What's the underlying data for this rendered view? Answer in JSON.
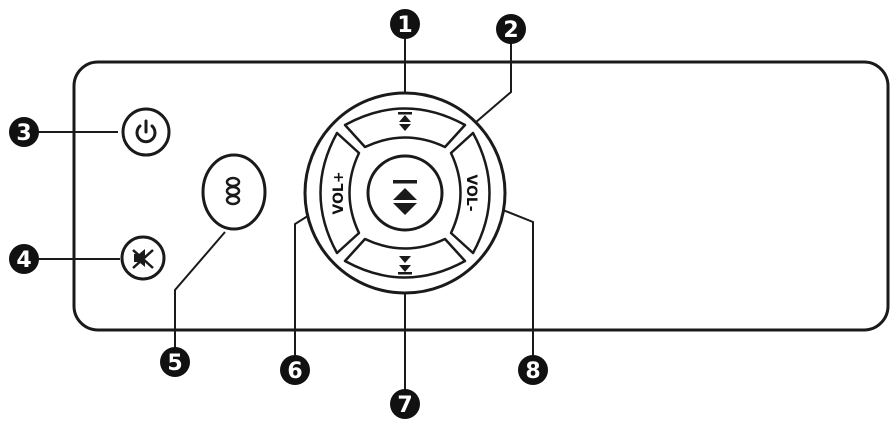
{
  "remote": {
    "buttons": {
      "vol_plus_label": "VOL+",
      "vol_minus_label": "VOL-"
    }
  },
  "callouts": [
    "1",
    "2",
    "3",
    "4",
    "5",
    "6",
    "7",
    "8"
  ],
  "colors": {
    "outline": "#1a1a1a",
    "callout_fill": "#111111",
    "callout_text": "#ffffff",
    "background": "#ffffff"
  },
  "icons": {
    "power": "power-icon",
    "mute": "mute-icon",
    "cycle": "cycle-icon",
    "prev": "previous-track-icon",
    "next": "next-track-icon",
    "play_pause": "play-pause-icon"
  }
}
